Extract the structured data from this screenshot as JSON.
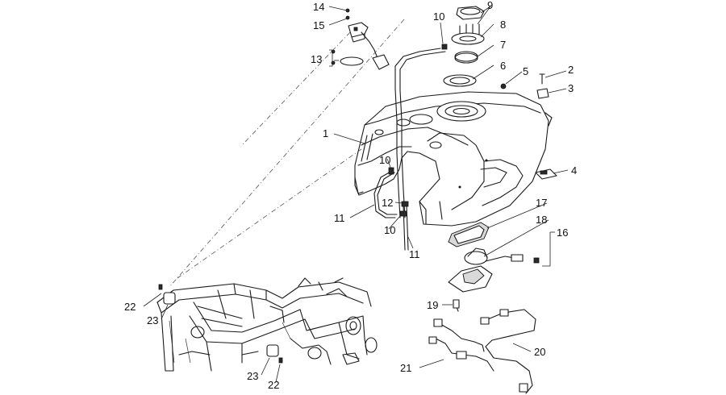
{
  "diagram": {
    "callouts": [
      {
        "id": "c14",
        "text": "14"
      },
      {
        "id": "c15",
        "text": "15"
      },
      {
        "id": "c13",
        "text": "13"
      },
      {
        "id": "c10a",
        "text": "10"
      },
      {
        "id": "c9",
        "text": "9"
      },
      {
        "id": "c8",
        "text": "8"
      },
      {
        "id": "c7",
        "text": "7"
      },
      {
        "id": "c6",
        "text": "6"
      },
      {
        "id": "c5",
        "text": "5"
      },
      {
        "id": "c2",
        "text": "2"
      },
      {
        "id": "c3",
        "text": "3"
      },
      {
        "id": "c1",
        "text": "1"
      },
      {
        "id": "c10b",
        "text": "10"
      },
      {
        "id": "c4",
        "text": "4"
      },
      {
        "id": "c12",
        "text": "12"
      },
      {
        "id": "c11a",
        "text": "11"
      },
      {
        "id": "c10c",
        "text": "10"
      },
      {
        "id": "c11b",
        "text": "11"
      },
      {
        "id": "c17",
        "text": "17"
      },
      {
        "id": "c18",
        "text": "18"
      },
      {
        "id": "c16",
        "text": "16"
      },
      {
        "id": "c19",
        "text": "19"
      },
      {
        "id": "c20",
        "text": "20"
      },
      {
        "id": "c21",
        "text": "21"
      },
      {
        "id": "c22a",
        "text": "22"
      },
      {
        "id": "c23a",
        "text": "23"
      },
      {
        "id": "c23b",
        "text": "23"
      },
      {
        "id": "c22b",
        "text": "22"
      }
    ]
  }
}
